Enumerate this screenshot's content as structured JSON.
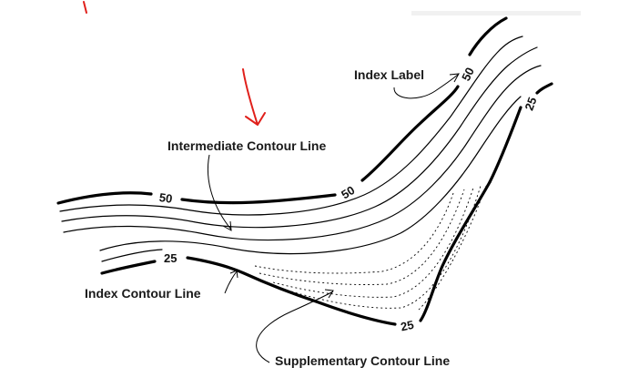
{
  "callouts": {
    "index_label": "Index Label",
    "intermediate": "Intermediate Contour Line",
    "index_contour": "Index Contour Line",
    "supplementary": "Supplementary Contour Line"
  },
  "elevations": {
    "upper_left": "50",
    "upper_middle": "50",
    "upper_right": "50",
    "lower_left": "25",
    "lower_bottom": "25",
    "lower_right": "25"
  },
  "colors": {
    "annotation": "#e0201b",
    "ink": "#000000"
  }
}
